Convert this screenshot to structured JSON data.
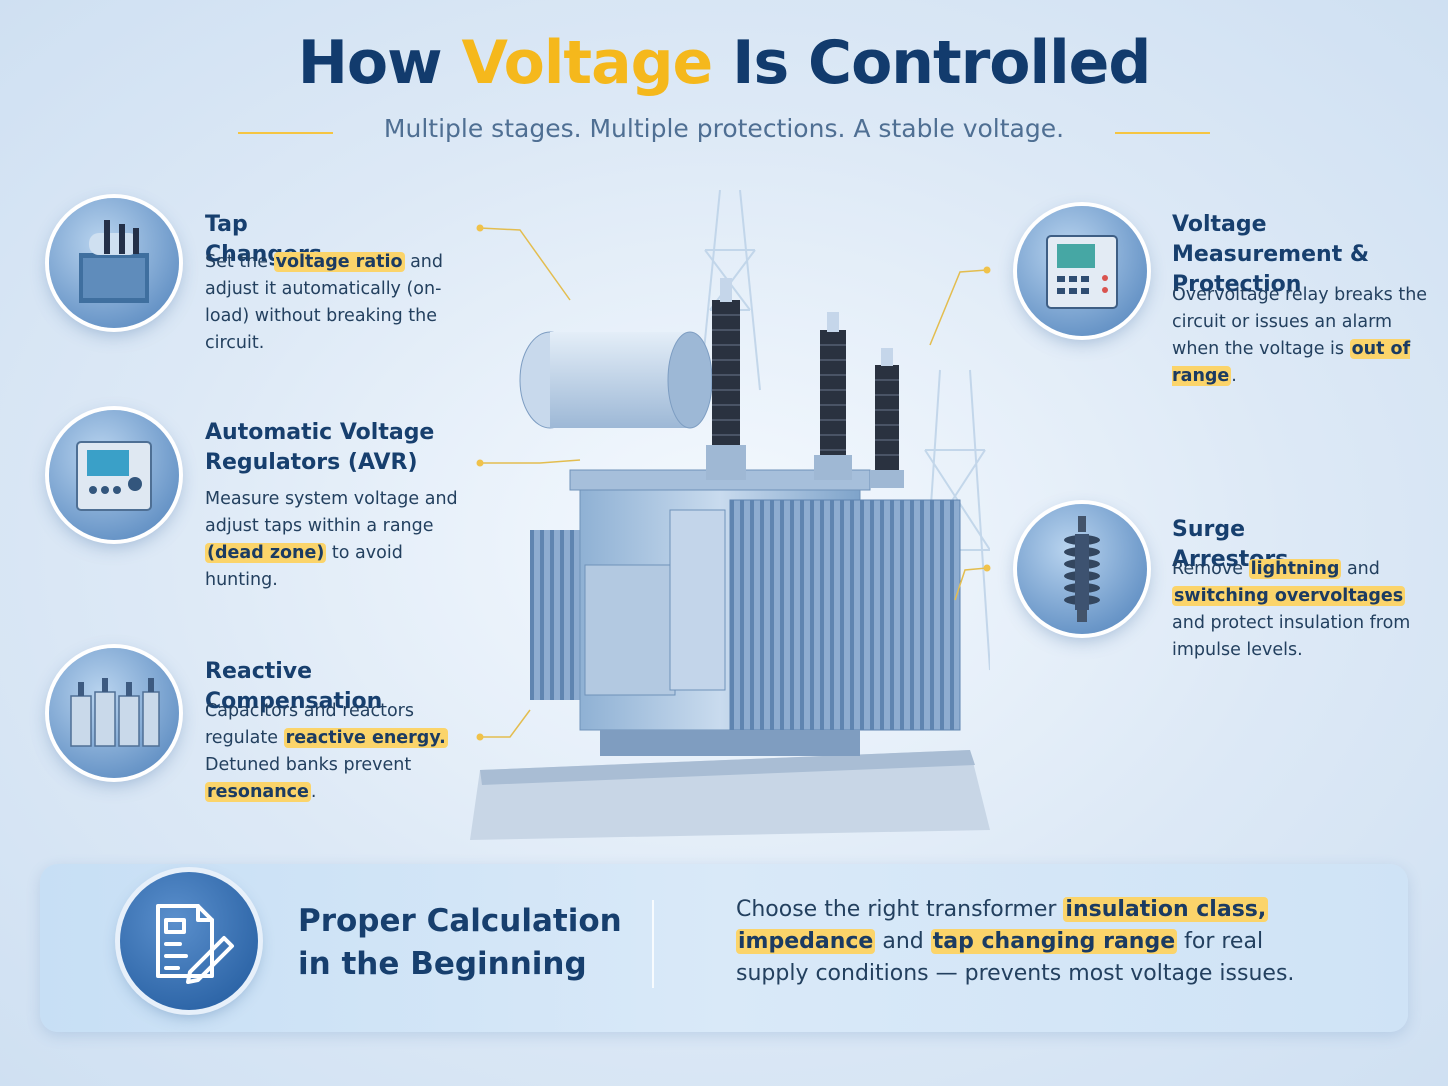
{
  "title": {
    "part1": "How ",
    "accent": "Voltage",
    "part2": " Is Controlled"
  },
  "subtitle": "Multiple stages. Multiple protections. A stable voltage.",
  "features": {
    "tap_changers": {
      "title": "Tap Changers",
      "body": [
        "Set the ",
        "voltage ratio",
        " and adjust it automatically (on-load) without breaking the circuit."
      ]
    },
    "avr": {
      "title": "Automatic Voltage Regulators (AVR)",
      "body": [
        "Measure system voltage and adjust taps within a range ",
        "(dead zone)",
        " to avoid hunting."
      ]
    },
    "reactive": {
      "title": "Reactive Compensation",
      "body": [
        "Capacitors and reactors regulate ",
        "reactive energy.",
        " Detuned banks prevent ",
        "resonance",
        "."
      ]
    },
    "measurement": {
      "title": "Voltage Measurement & Protection",
      "body": [
        "Overvoltage relay breaks the circuit or issues an alarm when the voltage is ",
        "out of range",
        "."
      ]
    },
    "surge": {
      "title": "Surge Arrestors",
      "body": [
        "Remove ",
        "lightning",
        " and ",
        "switching overvoltages",
        " and protect insulation from impulse levels."
      ]
    }
  },
  "bottom": {
    "title": "Proper Calculation in the Beginning",
    "text": [
      "Choose the right transformer ",
      "insulation class,",
      " ",
      "impedance",
      " and ",
      "tap changing range",
      " for real supply conditions — prevents most voltage issues."
    ],
    "icon": "document-edit-icon"
  },
  "colors": {
    "accent": "#f5b81c",
    "title": "#123b6d",
    "highlight": "#fbd46a"
  }
}
